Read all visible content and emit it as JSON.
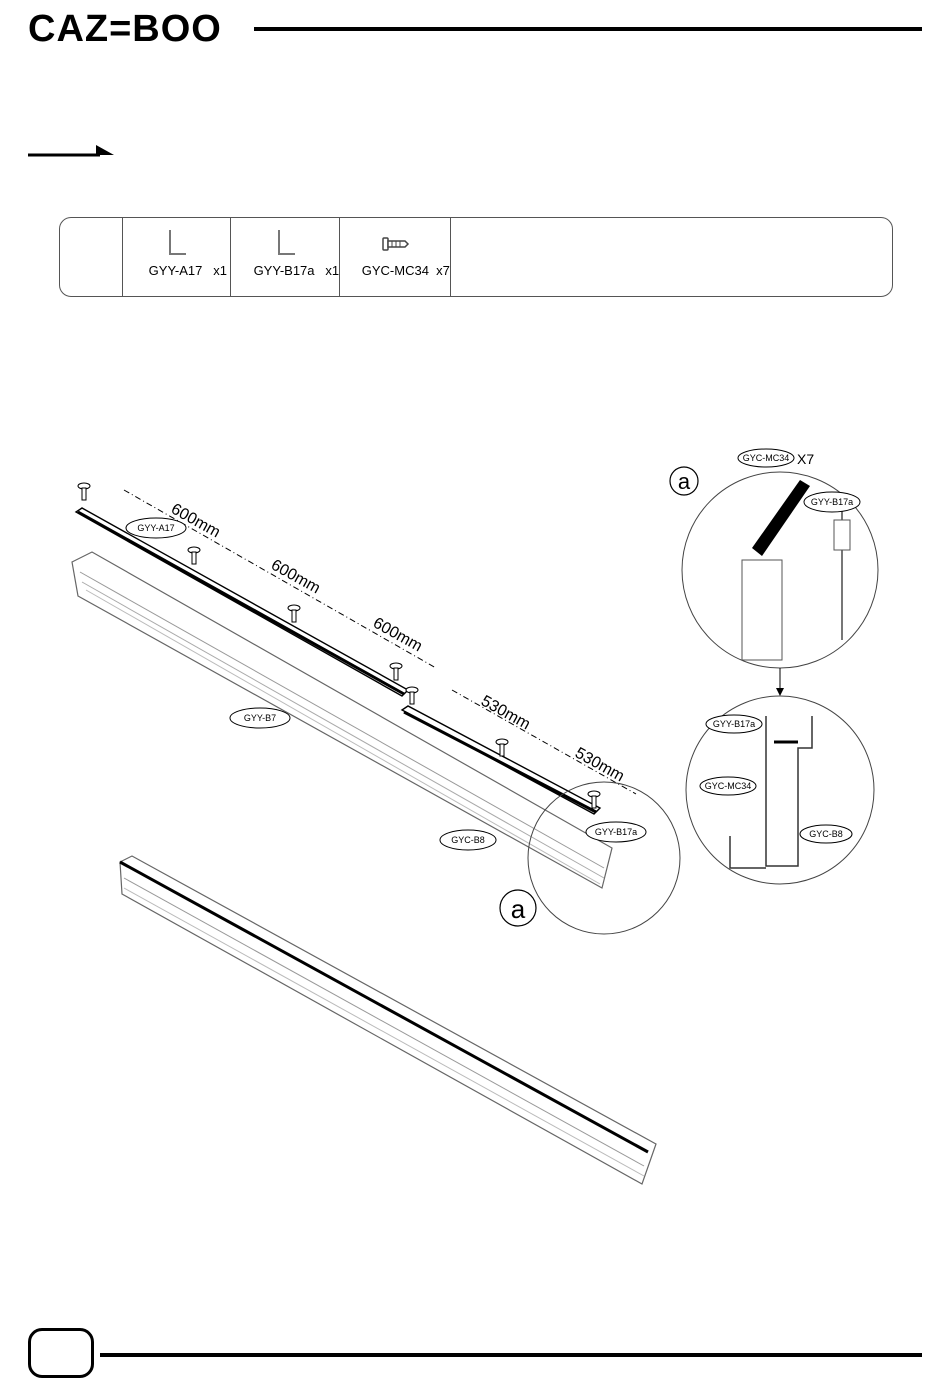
{
  "header": {
    "brand": "CAZ=BOO"
  },
  "parts": [
    {
      "code": "GYY-A17",
      "qty": "x1",
      "icon": "angle-bracket-icon"
    },
    {
      "code": "GYY-B17a",
      "qty": "x1",
      "icon": "angle-bracket-icon"
    },
    {
      "code": "GYC-MC34",
      "qty": "x7",
      "icon": "screw-icon"
    }
  ],
  "diagram": {
    "dimensions": [
      "600mm",
      "600mm",
      "600mm",
      "530mm",
      "530mm"
    ],
    "callouts": {
      "a17": "GYY-A17",
      "b7": "GYY-B7",
      "b8": "GYC-B8",
      "b17a": "GYY-B17a",
      "mc34": "GYC-MC34",
      "detail_marker": "a",
      "detail_qty": "X7"
    }
  }
}
